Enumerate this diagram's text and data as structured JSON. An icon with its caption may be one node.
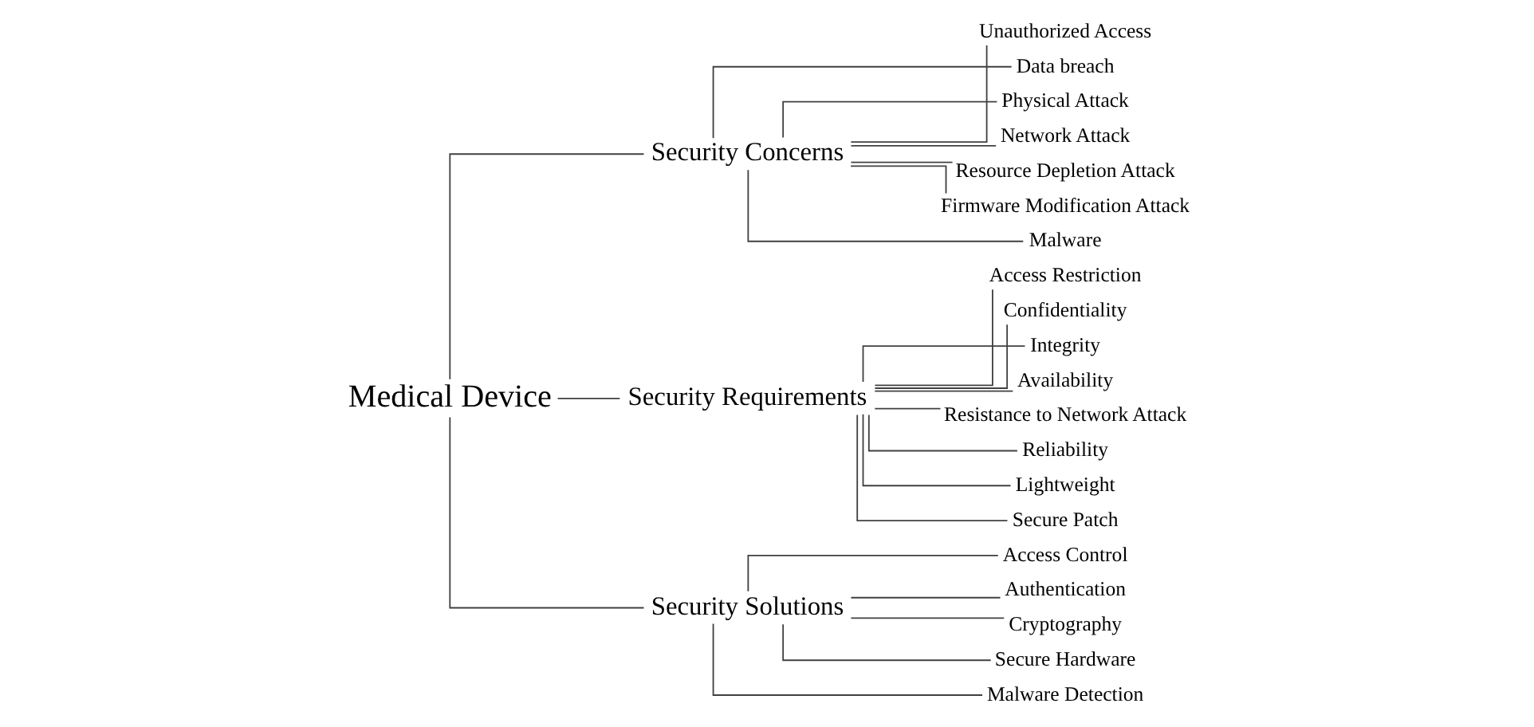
{
  "diagram": {
    "nodes": [
      {
        "text": [
          "Medical Device"
        ]
      },
      {
        "text": [
          "Security Concerns"
        ]
      },
      {
        "text": [
          "Security Requirements"
        ]
      },
      {
        "text": [
          "Security Solutions"
        ]
      },
      {
        "text": [
          "Unauthorized Access"
        ]
      },
      {
        "text": [
          "Data breach"
        ]
      },
      {
        "text": [
          "Physical Attack"
        ]
      },
      {
        "text": [
          "Network Attack"
        ]
      },
      {
        "text": [
          "Resource Depletion Attack"
        ]
      },
      {
        "text": [
          "Firmware Modification Attack"
        ]
      },
      {
        "text": [
          "Malware"
        ]
      },
      {
        "text": [
          "Access Restriction"
        ]
      },
      {
        "text": [
          "Confidentiality"
        ]
      },
      {
        "text": [
          "Integrity"
        ]
      },
      {
        "text": [
          "Availability"
        ]
      },
      {
        "text": [
          "Resistance to Network Attack"
        ]
      },
      {
        "text": [
          "Reliability"
        ]
      },
      {
        "text": [
          "Lightweight"
        ]
      },
      {
        "text": [
          "Secure Patch"
        ]
      },
      {
        "text": [
          "Access Control"
        ]
      },
      {
        "text": [
          "Authentication"
        ]
      },
      {
        "text": [
          "Cryptography"
        ]
      },
      {
        "text": [
          "Secure Hardware"
        ]
      },
      {
        "text": [
          "Malware Detection"
        ]
      }
    ],
    "edges": [
      {
        "from": 0,
        "to": 1,
        "arrow": "none"
      },
      {
        "from": 0,
        "to": 2,
        "arrow": "none"
      },
      {
        "from": 0,
        "to": 3,
        "arrow": "none"
      },
      {
        "from": 1,
        "to": 4,
        "arrow": "none"
      },
      {
        "from": 1,
        "to": 5,
        "arrow": "none"
      },
      {
        "from": 1,
        "to": 6,
        "arrow": "none"
      },
      {
        "from": 1,
        "to": 7,
        "arrow": "none"
      },
      {
        "from": 1,
        "to": 8,
        "arrow": "none"
      },
      {
        "from": 1,
        "to": 9,
        "arrow": "none"
      },
      {
        "from": 1,
        "to": 10,
        "arrow": "none"
      },
      {
        "from": 2,
        "to": 11,
        "arrow": "none"
      },
      {
        "from": 2,
        "to": 12,
        "arrow": "none"
      },
      {
        "from": 2,
        "to": 13,
        "arrow": "none"
      },
      {
        "from": 2,
        "to": 14,
        "arrow": "none"
      },
      {
        "from": 2,
        "to": 15,
        "arrow": "none"
      },
      {
        "from": 2,
        "to": 16,
        "arrow": "none"
      },
      {
        "from": 2,
        "to": 17,
        "arrow": "none"
      },
      {
        "from": 2,
        "to": 18,
        "arrow": "none"
      },
      {
        "from": 3,
        "to": 19,
        "arrow": "none"
      },
      {
        "from": 3,
        "to": 20,
        "arrow": "none"
      },
      {
        "from": 3,
        "to": 21,
        "arrow": "none"
      },
      {
        "from": 3,
        "to": 22,
        "arrow": "none"
      },
      {
        "from": 3,
        "to": 23,
        "arrow": "none"
      }
    ]
  }
}
